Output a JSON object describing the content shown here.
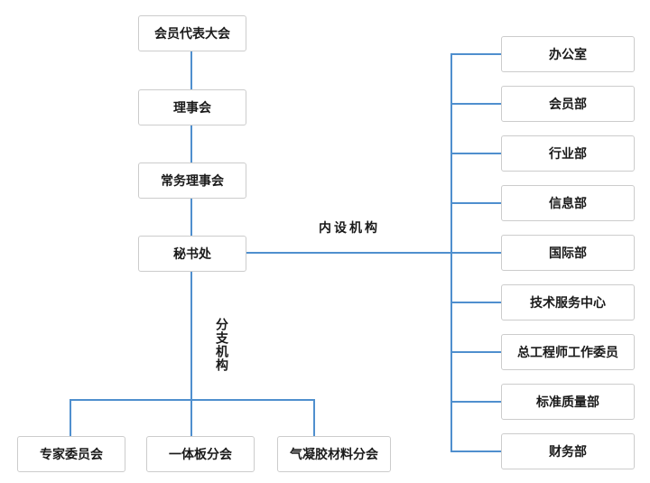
{
  "chart": {
    "type": "org-chart",
    "colors": {
      "connector": "#4f8fce",
      "node_border": "#cccccc",
      "node_background": "#ffffff",
      "text": "#1a1a1a"
    },
    "main_chain": [
      "会员代表大会",
      "理事会",
      "常务理事会",
      "秘书处"
    ],
    "internal_group": {
      "label": "内设机构",
      "departments": [
        "办公室",
        "会员部",
        "行业部",
        "信息部",
        "国际部",
        "技术服务中心",
        "总工程师工作委员",
        "标准质量部",
        "财务部"
      ]
    },
    "branch_group": {
      "label": "分支机构",
      "branches": [
        "专家委员会",
        "一体板分会",
        "气凝胶材料分会"
      ]
    }
  }
}
